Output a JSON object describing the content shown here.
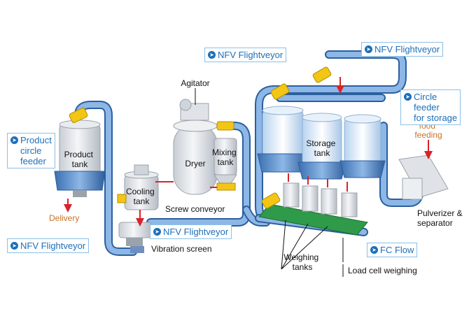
{
  "labels": {
    "product_circle_feeder": "Product\ncircle\nfeeder",
    "product_tank": "Product\ntank",
    "delivery": "Delivery",
    "nfv_flightveyor_left": "NFV Flightveyor",
    "vibration_screen": "Vibration screen",
    "cooling_tank": "Cooling\ntank",
    "nfv_flightveyor_mid": "NFV Flightveyor",
    "agitator": "Agitator",
    "dryer": "Dryer",
    "mixing_tank": "Mixing\ntank",
    "screw_conveyor": "Screw conveyor",
    "nfv_flightveyor_top_left": "NFV Flightveyor",
    "nfv_flightveyor_top_right": "NFV Flightveyor",
    "storage_tank": "Storage\ntank",
    "circle_feeder_for_storage": "Circle\nfeeder\nfor storage",
    "reside_food_feeding": "Reside\nfood\nfeeding",
    "pulverizer_separator": "Pulverizer &\nseparator",
    "fc_flow": "FC Flow",
    "weighing_tanks": "Weighing\ntanks",
    "load_cell_weighing": "Load cell weighing"
  },
  "colors": {
    "pipe_blue": "#6e9fd6",
    "pipe_edge": "#2b5f9e",
    "tank_gray": "#dfe3e8",
    "feeder_blue": "#4f86c6",
    "valve_yellow": "#f3c515",
    "arrow_red": "#d9222a",
    "callout_blue": "#1d6fb8",
    "orange_text": "#c7732a",
    "board_green": "#2e9a4a"
  }
}
